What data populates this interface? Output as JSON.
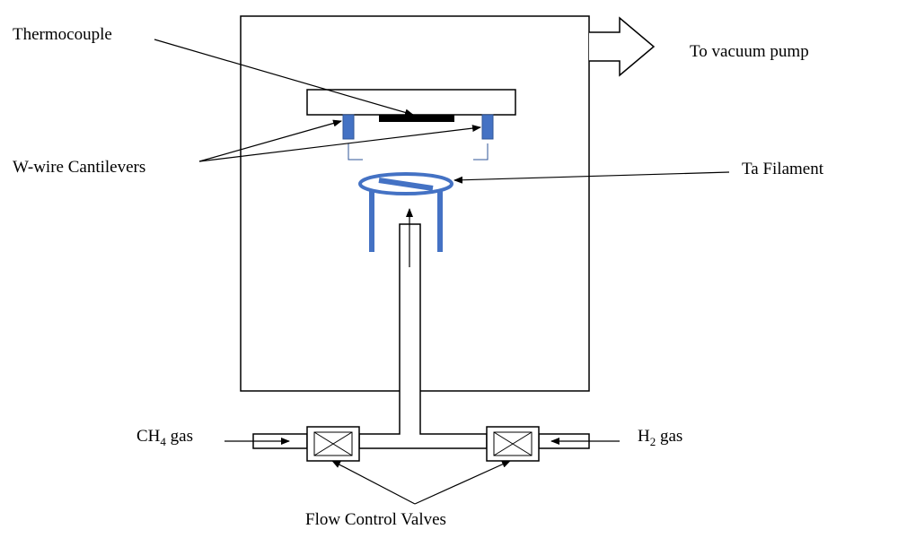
{
  "labels": {
    "thermocouple": "Thermocouple",
    "vacuum_pump": "To vacuum pump",
    "cantilevers": "W-wire Cantilevers",
    "filament": "Ta Filament",
    "ch4_base": "CH",
    "ch4_sub": "4",
    "ch4_suffix": " gas",
    "h2_base": "H",
    "h2_sub": "2",
    "h2_suffix": " gas",
    "valves": "Flow Control Valves"
  },
  "colors": {
    "line": "#000000",
    "blue_fill": "#4472c4",
    "blue_stroke": "#2f5597",
    "heater": "#000000"
  }
}
